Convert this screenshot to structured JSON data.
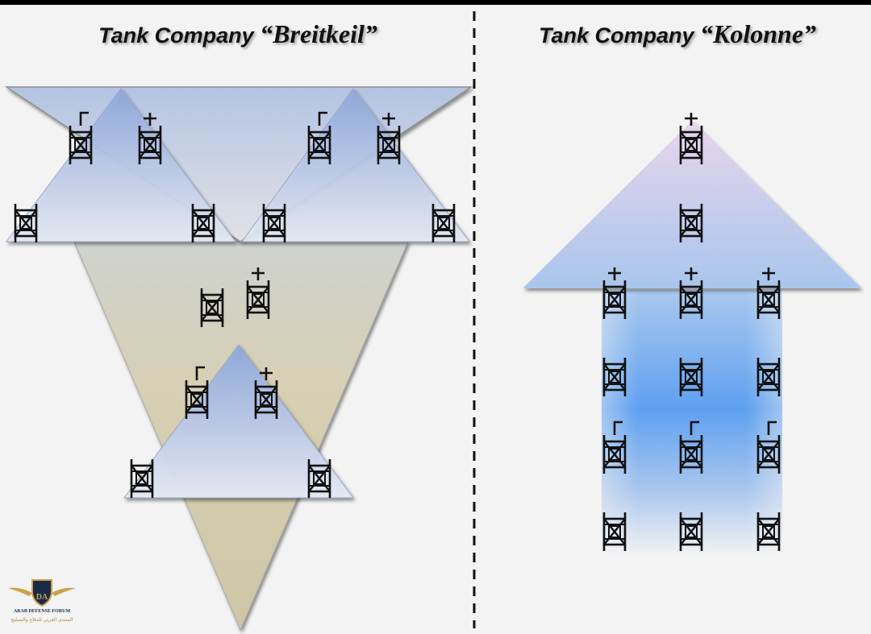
{
  "titles": {
    "left_prefix": "Tank Company ",
    "left_name": "“Breitkeil”",
    "right_prefix": "Tank Company ",
    "right_name": "“Kolonne”"
  },
  "watermark": {
    "monogram": "DA",
    "name": "ARAB DEFENSE FORUM",
    "subtitle": "المنتدى العربي للدفاع والتسليح"
  },
  "colors": {
    "background": "#f3f3f3",
    "wedge_fill": "#d4ceb4",
    "platoon_blue": "#a8bde2",
    "arrow_blue": "#6aa6ee",
    "symbol": "#111111"
  },
  "icons": {
    "tank": "tank-symbol-icon",
    "platoon_leader": "platoon-leader-flag-icon",
    "company_commander": "company-commander-cross-icon"
  },
  "formations": [
    {
      "formation": "Breitkeil",
      "tanks": 14
    },
    {
      "formation": "Kolonne",
      "tanks": 14
    }
  ]
}
